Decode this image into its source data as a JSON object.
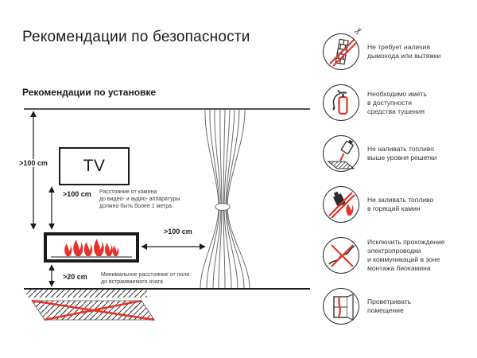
{
  "page": {
    "title": "Рекомендации по безопасности",
    "subtitle": "Рекомендации по установке"
  },
  "diagram": {
    "tv_label": "TV",
    "ceiling_distance": ">100 cm",
    "tv_distance": ">100 cm",
    "curtain_distance": ">100 cm",
    "floor_distance": ">20 cm",
    "tv_note": "Расстояние от камина\nдо видео- и аудио- аппаратуры\nдолжно быть более 1 метра",
    "floor_note": "Минимальное расстояние от пола\nдо встраиваемого очага"
  },
  "icons": {
    "scissors_glyph": "✂"
  },
  "recommendations": [
    {
      "icon": "no-chimney-icon",
      "text": "Не требует наличия\nдымохода или вытяжки"
    },
    {
      "icon": "fire-extinguisher-icon",
      "text": "Необходимо иметь\nв доступности\nсредства тушения"
    },
    {
      "icon": "fuel-level-icon",
      "text": "Не наливать топливо\nвыше уровня решетки"
    },
    {
      "icon": "no-refuel-burning-icon",
      "text": "Не заливать топливо\nв горящий камин"
    },
    {
      "icon": "no-wiring-icon",
      "text": "Исключить прохождение\nэлектропроводки\nи коммуникаций в зоне\nмонтажа биокамина"
    },
    {
      "icon": "ventilation-icon",
      "text": "Проветривать\nпомещение"
    }
  ],
  "colors": {
    "accent_red": "#e8312a",
    "ink": "#1b1b1b"
  }
}
